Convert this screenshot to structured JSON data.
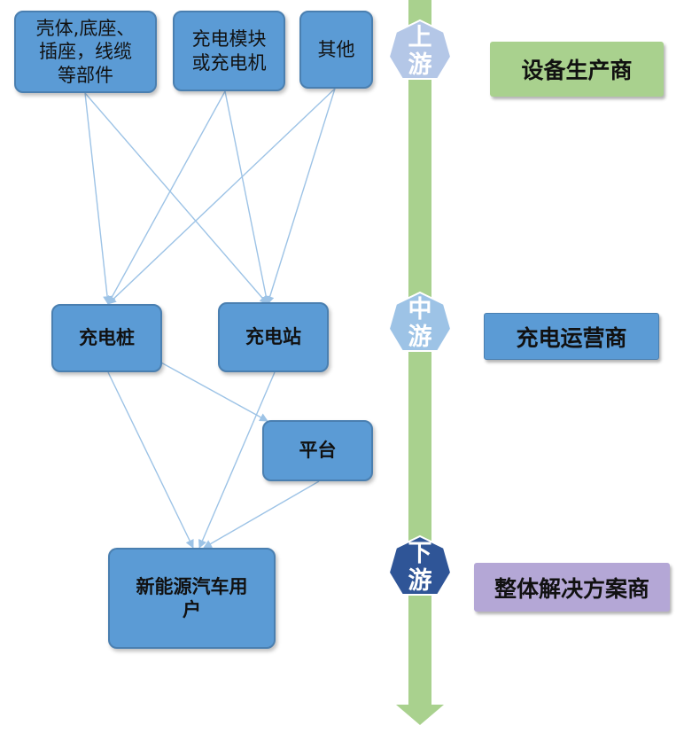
{
  "nodes": {
    "shell_parts": "壳体,底座、\n插座，线缆\n等部件",
    "charging_module": "充电模块\n或充电机",
    "other": "其他",
    "charging_pile": "充电桩",
    "charging_station": "充电站",
    "platform": "平台",
    "ev_users": "新能源汽车用\n户"
  },
  "stages": {
    "upstream": "上\n游",
    "midstream": "中\n游",
    "downstream": "下\n游"
  },
  "roles": {
    "upstream": "设备生产商",
    "midstream": "充电运营商",
    "downstream": "整体解决方案商"
  },
  "colors": {
    "node_fill": "#5b9bd5",
    "node_border": "#4a7fb0",
    "timeline": "#a9d18e",
    "upstream_role": "#a9d18e",
    "midstream_role": "#5b9bd5",
    "downstream_role": "#b4a7d6",
    "upstream_badge": "#b4c7e7",
    "midstream_badge": "#9dc3e6",
    "downstream_badge": "#2f5597",
    "connector": "#9dc3e6"
  }
}
